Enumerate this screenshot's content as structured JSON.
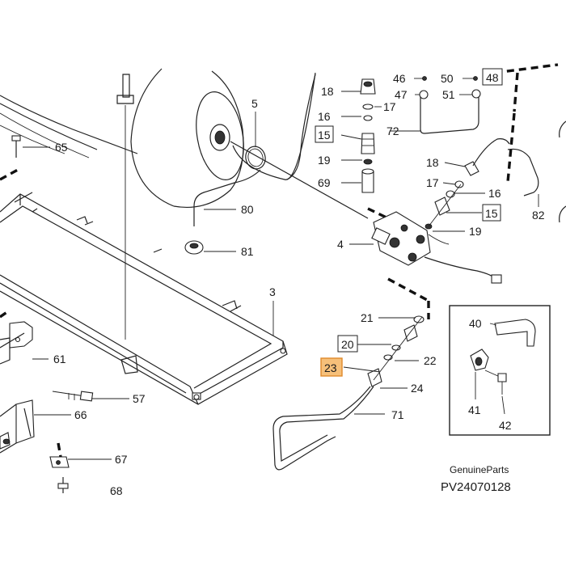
{
  "labels": {
    "l3": "3",
    "l4": "4",
    "l5": "5",
    "l16a": "16",
    "l16b": "16",
    "l17a": "17",
    "l17b": "17",
    "l18a": "18",
    "l18b": "18",
    "l19a": "19",
    "l19b": "19",
    "l15a": "15",
    "l15b": "15",
    "l20": "20",
    "l21": "21",
    "l22": "22",
    "l23": "23",
    "l24": "24",
    "l40": "40",
    "l41": "41",
    "l42": "42",
    "l46": "46",
    "l47": "47",
    "l48": "48",
    "l50": "50",
    "l51": "51",
    "l57": "57",
    "l61": "61",
    "l65": "65",
    "l66": "66",
    "l67": "67",
    "l68": "68",
    "l69": "69",
    "l71": "71",
    "l72": "72",
    "l80": "80",
    "l81": "81",
    "l82": "82"
  },
  "brand": "GenuineParts",
  "diagram_code": "PV24070128",
  "highlight_color": "#f6c07a"
}
